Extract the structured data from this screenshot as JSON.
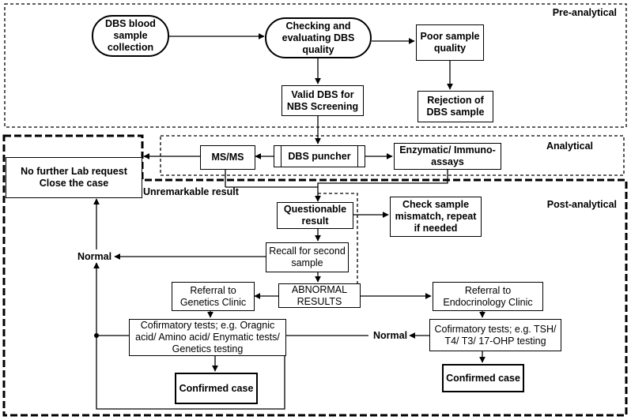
{
  "regions": {
    "pre_analytical": "Pre-analytical",
    "analytical": "Analytical",
    "post_analytical": "Post-analytical"
  },
  "nodes": {
    "dbs_collection": "DBS blood sample collection",
    "checking_quality": "Checking and evaluating DBS quality",
    "poor_quality": "Poor sample quality",
    "rejection": "Rejection of DBS sample",
    "valid_dbs": "Valid DBS for NBS Screening",
    "msms": "MS/MS",
    "dbs_puncher": "DBS puncher",
    "enzymatic": "Enzymatic/ Immuno-assays",
    "no_further": "No further Lab request Close the case",
    "questionable": "Questionable result",
    "check_mismatch": "Check sample mismatch, repeat if needed",
    "recall": "Recall for second sample",
    "abnormal": "ABNORMAL RESULTS",
    "referral_genetics": "Referral to Genetics Clinic",
    "referral_endo": "Referral to Endocrinology Clinic",
    "confirm_genetics": "Cofirmatory tests; e.g. Oragnic acid/ Amino acid/ Enymatic tests/ Genetics testing",
    "confirm_endo": "Cofirmatory tests; e.g. TSH/ T4/ T3/ 17-OHP testing",
    "confirmed_left": "Confirmed case",
    "confirmed_right": "Confirmed case"
  },
  "labels": {
    "unremarkable": "Unremarkable result",
    "normal_left": "Normal",
    "normal_right": "Normal"
  }
}
